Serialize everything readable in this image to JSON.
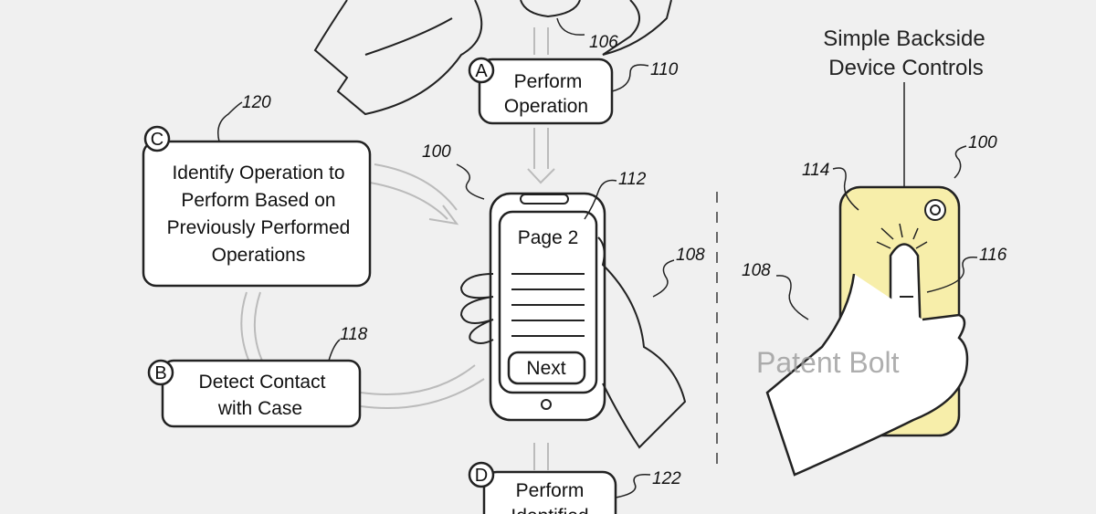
{
  "caption": {
    "line1": "Simple Backside",
    "line2": "Device Controls"
  },
  "watermark": "Patent Bolt",
  "steps": {
    "a": {
      "letter": "A",
      "line1": "Perform",
      "line2": "Operation",
      "ref": "110"
    },
    "b": {
      "letter": "B",
      "line1": "Detect Contact",
      "line2": "with Case",
      "ref": "118"
    },
    "c": {
      "letter": "C",
      "line1": "Identify Operation to",
      "line2": "Perform Based on",
      "line3": "Previously Performed",
      "line4": "Operations",
      "ref": "120"
    },
    "d": {
      "letter": "D",
      "line1": "Perform",
      "line2": "Identified",
      "ref": "122"
    }
  },
  "device": {
    "screen_title": "Page 2",
    "next_button": "Next"
  },
  "refs": {
    "r106": "106",
    "r100a": "100",
    "r112": "112",
    "r108a": "108",
    "r100b": "100",
    "r114": "114",
    "r116": "116",
    "r108b": "108"
  },
  "colors": {
    "case": "#f7eeaa",
    "background": "#f0f0f0"
  }
}
